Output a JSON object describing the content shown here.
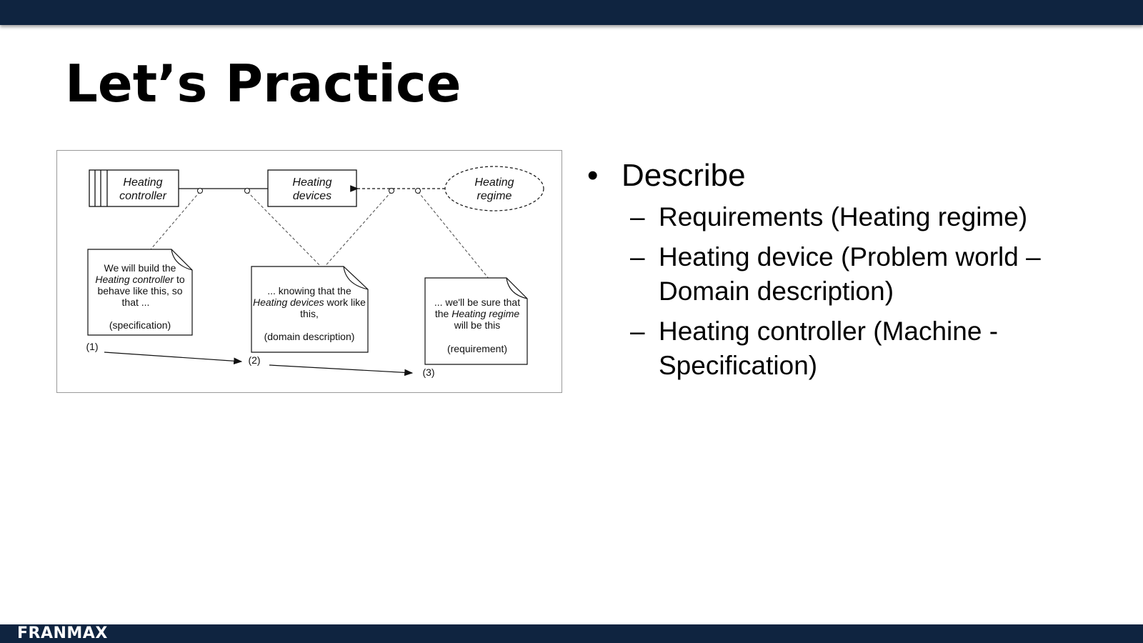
{
  "slide": {
    "title": "Let’s Practice",
    "footer_brand": "FRANMAX",
    "colors": {
      "bar": "#0f2440",
      "text": "#000000",
      "background": "#ffffff"
    }
  },
  "diagram": {
    "heating_controller": [
      "Heating",
      "controller"
    ],
    "heating_devices": [
      "Heating",
      "devices"
    ],
    "heating_regime": [
      "Heating",
      "regime"
    ],
    "note_specification": {
      "line1": "We will build the",
      "line2_italic": "Heating controller",
      "line2_rest": " to",
      "line3": "behave like this, so",
      "line4": "that ...",
      "tag": "(specification)"
    },
    "note_domain": {
      "line1": "... knowing that the",
      "line2_italic": "Heating devices",
      "line2_rest": " work like",
      "line3": "this,",
      "tag": "(domain description)"
    },
    "note_requirement": {
      "line1": "... we'll be sure that",
      "line2_pre": "the ",
      "line2_italic": "Heating regime",
      "line3": "will be this",
      "tag": "(requirement)"
    },
    "steps": [
      "(1)",
      "(2)",
      "(3)"
    ]
  },
  "bullets": {
    "marker": "•",
    "sub_marker": "–",
    "main": "Describe",
    "subs": [
      {
        "line1": "Requirements (Heating regime)",
        "line2": ""
      },
      {
        "line1": "Heating device (Problem world –",
        "line2": "Domain description)"
      },
      {
        "line1": "Heating controller (Machine -",
        "line2": "Specification)"
      }
    ]
  }
}
